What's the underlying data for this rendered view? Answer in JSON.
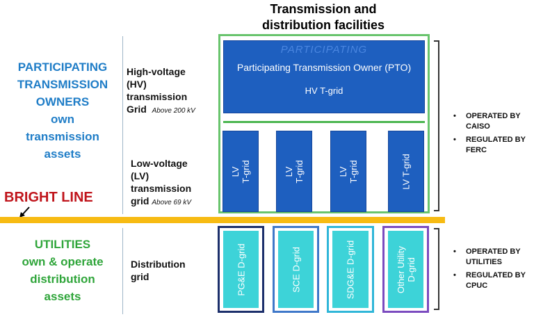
{
  "title": [
    "Transmission and",
    "distribution facilities"
  ],
  "left_top": [
    "PARTICIPATING",
    "TRANSMISSION",
    "OWNERS",
    "own",
    "transmission",
    "assets"
  ],
  "bright_line": "BRIGHT LINE",
  "left_bottom": [
    "UTILITIES",
    "own & operate",
    "distribution",
    "assets"
  ],
  "hv_label": {
    "lines": [
      "High-voltage",
      "(HV)",
      "transmission"
    ],
    "last": "Grid",
    "note": "Above 200 kV"
  },
  "lv_label": {
    "lines": [
      "Low-voltage",
      "(LV)",
      "transmission"
    ],
    "last": "grid",
    "note": "Above 69 kV"
  },
  "dist_label": [
    "Distribution",
    "grid"
  ],
  "hv_box": {
    "ghost": "PARTICIPATING",
    "pto": "Participating Transmission Owner (PTO)",
    "grid": "HV T-grid"
  },
  "lv_boxes": [
    {
      "l1": "LV",
      "l2": "T-grid"
    },
    {
      "l1": "LV",
      "l2": "T-grid"
    },
    {
      "l1": "LV",
      "l2": "T-grid"
    },
    {
      "l1": "LV T-grid",
      "l2": ""
    }
  ],
  "d_boxes": [
    {
      "l1": "PG&E D-grid",
      "l2": ""
    },
    {
      "l1": "SCE D-grid",
      "l2": ""
    },
    {
      "l1": "SDG&E D-grid",
      "l2": ""
    },
    {
      "l1": "Other Utility",
      "l2": "D-grid"
    }
  ],
  "right_top": [
    "OPERATED BY CAISO",
    "REGULATED BY FERC"
  ],
  "right_bottom": [
    "OPERATED BY UTILITIES",
    "REGULATED BY CPUC"
  ],
  "colors": {
    "blue_text": "#1f7dc7",
    "green_text": "#2fa53a",
    "red_text": "#c0141b",
    "box_blue": "#1e5fbf",
    "box_cyan": "#3dd3d8",
    "gold": "#f7bb13",
    "frame_green": "#69c46d",
    "frame_pge": "#1c2f6b",
    "frame_sce": "#3f78c9",
    "frame_sdge": "#2fb6d8",
    "frame_other": "#7b4bbf"
  }
}
